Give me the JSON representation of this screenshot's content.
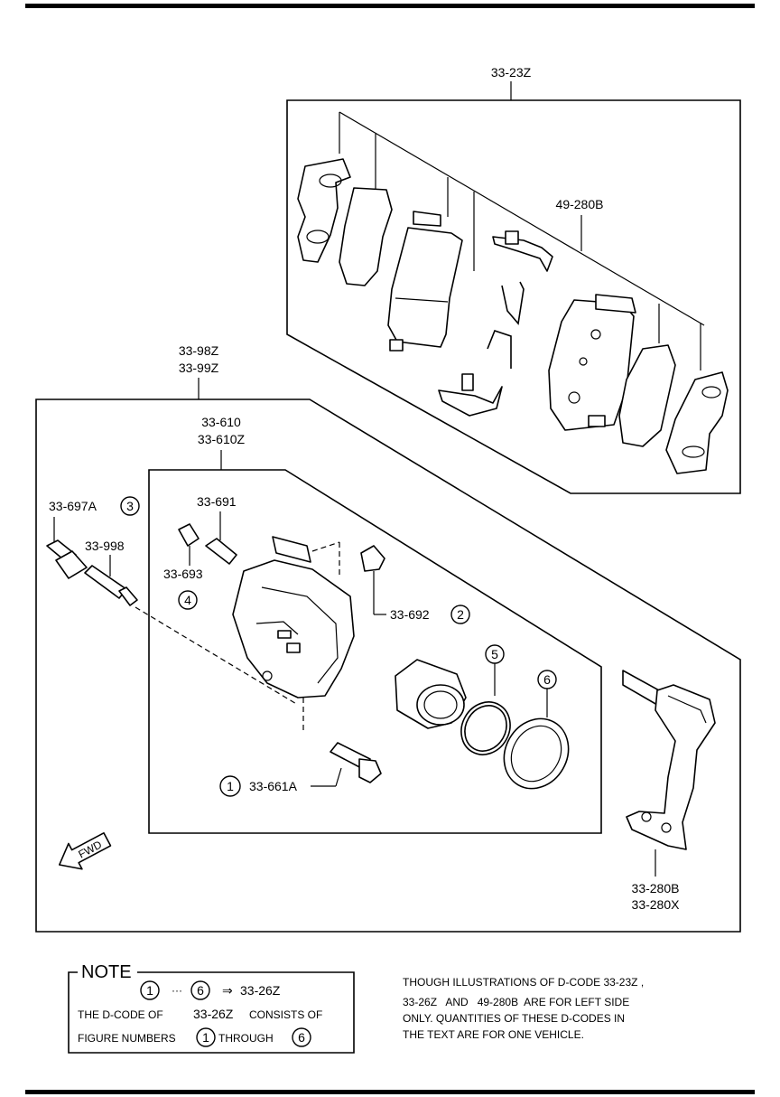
{
  "labels": {
    "pad_kit": "33-23Z",
    "hardware_kit": "49-280B",
    "caliper_assy_1": "33-98Z",
    "caliper_assy_2": "33-99Z",
    "caliper_body_1": "33-610",
    "caliper_body_2": "33-610Z",
    "pin_boot": "33-697A",
    "pin_boot_num": "3",
    "guide_pin": "33-998",
    "bleeder": "33-691",
    "bleeder_cap": "33-693",
    "bleeder_cap_num": "4",
    "dust_boot": "33-692",
    "dust_boot_num": "2",
    "seal_num": "5",
    "boot_num": "6",
    "bolt": "33-661A",
    "bolt_num": "1",
    "bracket_1": "33-280B",
    "bracket_2": "33-280X",
    "fwd": "FWD"
  },
  "note": {
    "title": "NOTE",
    "range_start": "1",
    "range_dots": "···",
    "range_end": "6",
    "arrow": "⇒",
    "range_code": "33-26Z",
    "line2_a": "THE D-CODE OF",
    "line2_code": "33-26Z",
    "line2_b": "CONSISTS OF",
    "line3_a": "FIGURE NUMBERS",
    "line3_start": "1",
    "line3_mid": "THROUGH",
    "line3_end": "6"
  },
  "disclaimer": {
    "line1": "THOUGH ILLUSTRATIONS OF D-CODE 33-23Z ,",
    "line2": "33-26Z   AND   49-280B  ARE FOR LEFT SIDE",
    "line3": "ONLY. QUANTITIES OF THESE D-CODES IN",
    "line4": "THE TEXT ARE FOR ONE VEHICLE."
  }
}
